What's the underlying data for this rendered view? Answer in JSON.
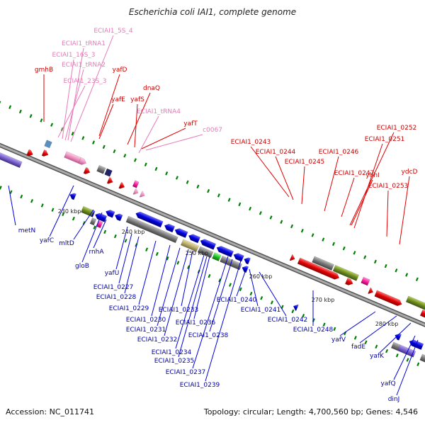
{
  "title": "Escherichia coli IAI1, complete genome",
  "footer": {
    "accession": "Accession: NC_011741",
    "summary": "Topology: circular; Length: 4,700,560 bp; Genes: 4,546"
  },
  "colors": {
    "forward": "#e00000",
    "reverse": "#0000dd",
    "rna": "#f090c0",
    "rna_label": "#e87ab8",
    "gene_label_forward": "#cc0000",
    "gene_label_reverse": "#0000aa",
    "backbone": "#888888",
    "tick": "#008000"
  },
  "kbp_ticks": [
    "230 kbp",
    "240 kbp",
    "250 kbp",
    "260 kbp",
    "270 kbp",
    "280 kbp"
  ],
  "rna_labels": [
    "ECIAI1_5S_4",
    "ECIAI1_tRNA1",
    "ECIAI1_16S_3",
    "ECIAI1_tRNA2",
    "ECIAI1_23S_3",
    "ECIAI1_tRNA4",
    "c0067"
  ],
  "forward_labels": [
    "gmhB",
    "yafD",
    "yafE",
    "dnaQ",
    "yafS",
    "yafT",
    "ECIAI1_0243",
    "ECIAI1_0244",
    "ECIAI1_0245",
    "ECIAI1_0246",
    "ECIAI1_0247",
    "ECIAI1_0252",
    "ECIAI1_0251",
    "yhhI",
    "ECIAI1_0253",
    "ydcD"
  ],
  "reverse_labels": [
    "metN",
    "yafC",
    "mltD",
    "gloB",
    "rnhA",
    "yafU",
    "ECIAI1_0227",
    "ECIAI1_0228",
    "ECIAI1_0229",
    "ECIAI1_0230",
    "ECIAI1_0231",
    "ECIAI1_0232",
    "ECIAI1_0233",
    "ECIAI1_0234",
    "ECIAI1_0235",
    "ECIAI1_0236",
    "ECIAI1_0237",
    "ECIAI1_0238",
    "ECIAI1_0239",
    "ECIAI1_0240",
    "ECIAI1_0241",
    "ECIAI1_0242",
    "ECIAI1_0248",
    "yafV",
    "fadE",
    "yafK",
    "yafQ",
    "dinJ"
  ]
}
